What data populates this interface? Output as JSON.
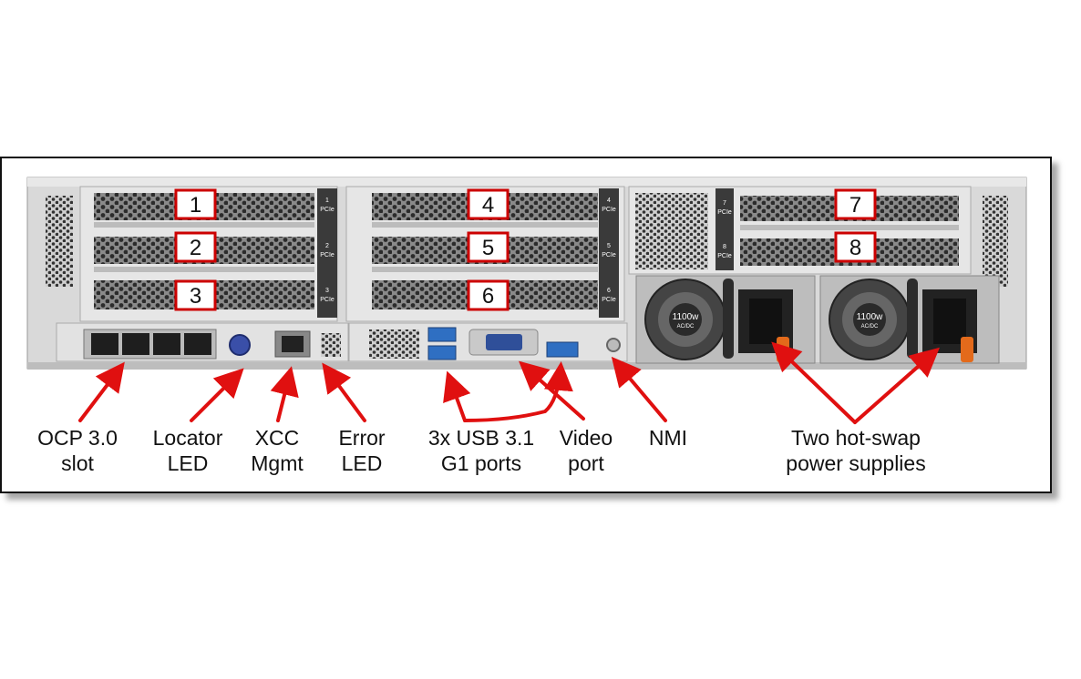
{
  "slots": [
    {
      "number": "1"
    },
    {
      "number": "2"
    },
    {
      "number": "3"
    },
    {
      "number": "4"
    },
    {
      "number": "5"
    },
    {
      "number": "6"
    },
    {
      "number": "7"
    },
    {
      "number": "8"
    }
  ],
  "bracket_tabs": [
    {
      "num": "1",
      "text": "PCIe"
    },
    {
      "num": "2",
      "text": "PCIe"
    },
    {
      "num": "3",
      "text": "PCIe"
    },
    {
      "num": "4",
      "text": "PCIe"
    },
    {
      "num": "5",
      "text": "PCIe"
    },
    {
      "num": "6",
      "text": "PCIe"
    },
    {
      "num": "7",
      "text": "PCIe"
    },
    {
      "num": "8",
      "text": "PCIe"
    }
  ],
  "psus": [
    {
      "rating": "1100w",
      "type": "AC/DC"
    },
    {
      "rating": "1100w",
      "type": "AC/DC"
    }
  ],
  "callouts": {
    "ocp": {
      "line1": "OCP 3.0",
      "line2": "slot"
    },
    "locator": {
      "line1": "Locator",
      "line2": "LED"
    },
    "xcc": {
      "line1": "XCC",
      "line2": "Mgmt"
    },
    "error": {
      "line1": "Error",
      "line2": "LED"
    },
    "usb": {
      "line1": "3x USB 3.1",
      "line2": "G1 ports"
    },
    "video": {
      "line1": "Video",
      "line2": "port"
    },
    "nmi": {
      "line1": "NMI"
    },
    "psu": {
      "line1": "Two hot-swap",
      "line2": "power supplies"
    }
  },
  "colors": {
    "slot_box": "#cc0000",
    "arrow": "#e01010",
    "chassis": "#d9d9d9",
    "usb": "#2f6fc2",
    "locator_led": "#3a4fa8",
    "psu_handle": "#e36a1b"
  }
}
